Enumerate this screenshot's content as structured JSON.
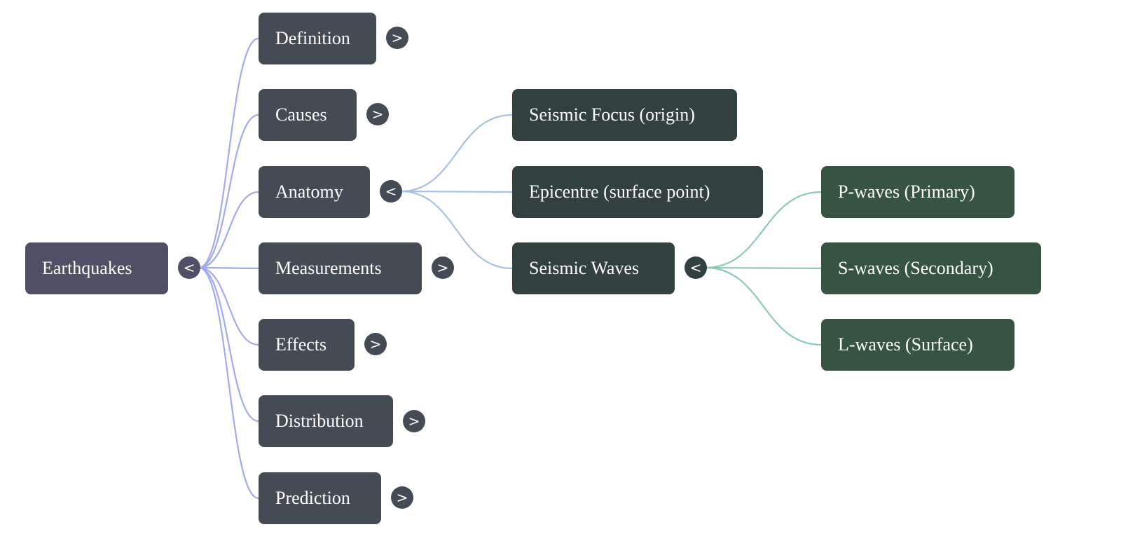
{
  "mindmap": {
    "root": {
      "id": "earthquakes",
      "label": "Earthquakes",
      "color": "#4f5066",
      "toggle": "<",
      "expanded": true,
      "edge_color": "#a3aaf0",
      "children": [
        {
          "id": "definition",
          "label": "Definition",
          "toggle": ">",
          "expanded": false
        },
        {
          "id": "causes",
          "label": "Causes",
          "toggle": ">",
          "expanded": false
        },
        {
          "id": "anatomy",
          "label": "Anatomy",
          "toggle": "<",
          "expanded": true,
          "edge_color": "#a9c1e0",
          "children": [
            {
              "id": "seismic-focus",
              "label": "Seismic Focus (origin)"
            },
            {
              "id": "epicentre",
              "label": "Epicentre (surface point)"
            },
            {
              "id": "seismic-waves",
              "label": "Seismic Waves",
              "toggle": "<",
              "expanded": true,
              "edge_color": "#8ccab8",
              "children": [
                {
                  "id": "p-waves",
                  "label": "P-waves (Primary)"
                },
                {
                  "id": "s-waves",
                  "label": "S-waves (Secondary)"
                },
                {
                  "id": "l-waves",
                  "label": "L-waves (Surface)"
                }
              ]
            }
          ]
        },
        {
          "id": "measurements",
          "label": "Measurements",
          "toggle": ">",
          "expanded": false
        },
        {
          "id": "effects",
          "label": "Effects",
          "toggle": ">",
          "expanded": false
        },
        {
          "id": "distribution",
          "label": "Distribution",
          "toggle": ">",
          "expanded": false
        },
        {
          "id": "prediction",
          "label": "Prediction",
          "toggle": ">",
          "expanded": false
        }
      ]
    },
    "level_colors": [
      "#4f5066",
      "#454b55",
      "#32413f",
      "#375442"
    ],
    "toggle_color": "#454b55",
    "toggle_colors": [
      "#4f5066",
      "#454b55",
      "#32413f"
    ]
  }
}
